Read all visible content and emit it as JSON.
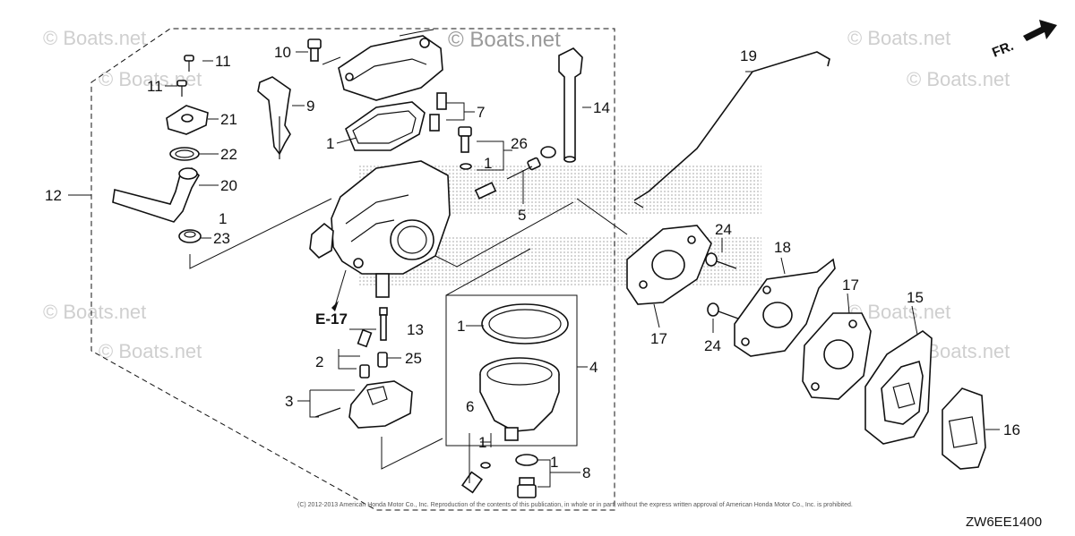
{
  "watermarks": [
    "© Boats.net",
    "© Boats.net",
    "© Boats.net",
    "© Boats.net",
    "© Boats.net",
    "© Boats.net",
    "© Boats.net",
    "© Boats.net"
  ],
  "center_watermark": "© Boats.net",
  "orientation": "FR.",
  "ref_label": "E-17",
  "diagram_code": "ZW6EE1400",
  "copyright": "(C) 2012-2013 American Honda Motor Co., Inc. Reproduction of the contents of this publication, in whole or in part, without the express written approval of American Honda Motor Co., Inc. is prohibited.",
  "callouts": {
    "c1a": "1",
    "c1b": "1",
    "c1c": "1",
    "c1d": "1",
    "c1e": "1",
    "c1f": "1",
    "c2": "2",
    "c3": "3",
    "c4": "4",
    "c5": "5",
    "c6": "6",
    "c7": "7",
    "c8": "8",
    "c9": "9",
    "c10": "10",
    "c11a": "11",
    "c11b": "11",
    "c12": "12",
    "c13": "13",
    "c14": "14",
    "c15": "15",
    "c16": "16",
    "c17a": "17",
    "c17b": "17",
    "c18": "18",
    "c19": "19",
    "c20": "20",
    "c21": "21",
    "c22": "22",
    "c23": "23",
    "c24a": "24",
    "c24b": "24",
    "c25": "25",
    "c26": "26"
  },
  "colors": {
    "line": "#111111",
    "watermark": "#cfcfcf",
    "dots": "#c8c8c8"
  }
}
